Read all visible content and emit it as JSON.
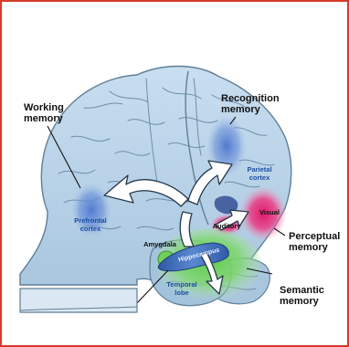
{
  "labels": {
    "working_memory": [
      "Working",
      "memory"
    ],
    "recognition_memory": [
      "Recognition",
      "memory"
    ],
    "perceptual_memory": [
      "Perceptual",
      "memory"
    ],
    "semantic_memory": [
      "Semantic",
      "memory"
    ]
  },
  "regions": {
    "prefrontal_cortex": [
      "Prefrontal",
      "cortex"
    ],
    "parietal_cortex": [
      "Parietal",
      "cortex"
    ],
    "visual": "Visual",
    "auditory": "Auditory",
    "amygdala": "Amygdala",
    "hippocampus": "Hippocampus",
    "temporal_lobe": [
      "Temporal",
      "lobe"
    ]
  },
  "colors": {
    "frame": "#d63a2a",
    "brain_fill": "#bcd6ea",
    "brain_outline": "#5f7f97",
    "working_spot": "#6a8fd4",
    "recognition_spot": "#6a8fd4",
    "perceptual_spot": "#e6327a",
    "semantic_spot": "#7ed36a",
    "hippocampus": "#3f6fb5",
    "arrow_fill": "#ffffff"
  }
}
